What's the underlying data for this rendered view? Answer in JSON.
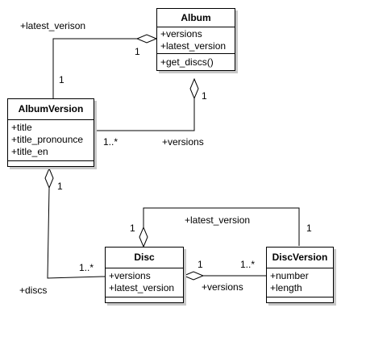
{
  "colors": {
    "line": "#000000",
    "box_fill": "#ffffff",
    "shadow": "#c8c8c8"
  },
  "classes": {
    "album": {
      "name": "Album",
      "attributes": [
        "+versions",
        "+latest_version"
      ],
      "operations": [
        "+get_discs()"
      ]
    },
    "album_version": {
      "name": "AlbumVersion",
      "attributes": [
        "+title",
        "+title_pronounce",
        "+title_en"
      ],
      "operations": []
    },
    "disc": {
      "name": "Disc",
      "attributes": [
        "+versions",
        "+latest_version"
      ],
      "operations": []
    },
    "disc_version": {
      "name": "DiscVersion",
      "attributes": [
        "+number",
        "+length"
      ],
      "operations": []
    }
  },
  "labels": {
    "album_latest_role": "+latest_verison",
    "album_latest_mult_album": "1",
    "album_latest_mult_version": "1",
    "album_versions_mult_album": "1",
    "album_versions_mult_version": "1..*",
    "album_versions_role": "+versions",
    "albumversion_discs_mult": "1",
    "albumversion_discs_mult_disc": "1..*",
    "albumversion_discs_role": "+discs",
    "disc_latest_role": "+latest_version",
    "disc_latest_mult_disc": "1",
    "disc_latest_mult_version": "1",
    "disc_versions_mult_disc": "1",
    "disc_versions_mult_version": "1..*",
    "disc_versions_role": "+versions"
  }
}
